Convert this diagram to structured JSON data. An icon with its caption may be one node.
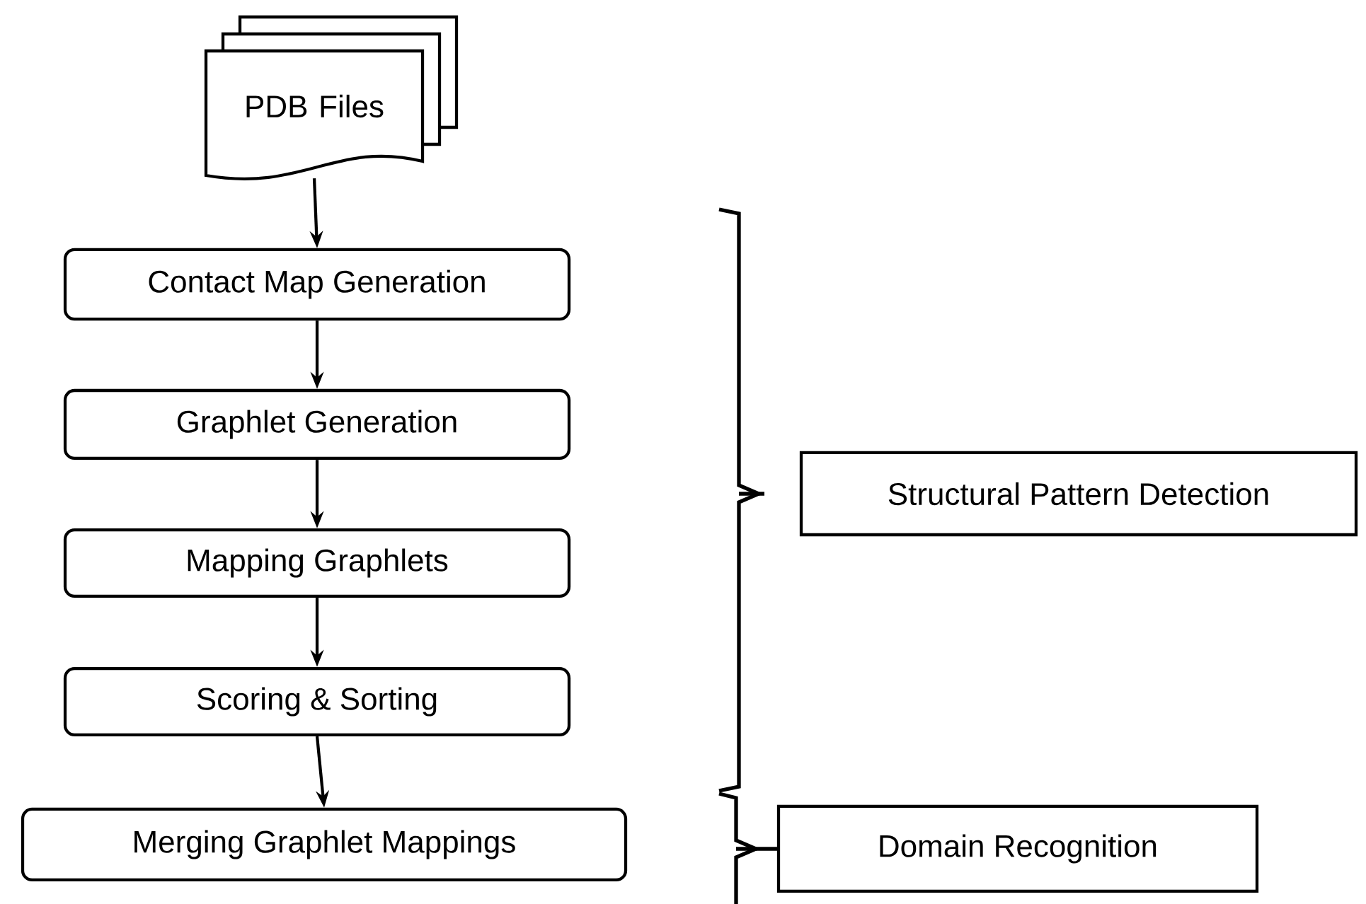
{
  "diagram": {
    "nodes": [
      {
        "text": [
          "PDB Files"
        ]
      },
      {
        "text": [
          "Contact Map Generation"
        ]
      },
      {
        "text": [
          "Graphlet Generation"
        ]
      },
      {
        "text": [
          "Mapping Graphlets"
        ]
      },
      {
        "text": [
          "Scoring & Sorting"
        ]
      },
      {
        "text": [
          "Merging Graphlet Mappings"
        ]
      },
      {
        "text": [
          "Structural Pattern Detection"
        ]
      },
      {
        "text": [
          "Domain Recognition"
        ]
      }
    ],
    "edges": [
      {
        "from": 0,
        "to": 1,
        "arrow": "to"
      },
      {
        "from": 1,
        "to": 2,
        "arrow": "to"
      },
      {
        "from": 2,
        "to": 3,
        "arrow": "to"
      },
      {
        "from": 3,
        "to": 4,
        "arrow": "to"
      },
      {
        "from": 4,
        "to": 5,
        "arrow": "to"
      }
    ]
  }
}
